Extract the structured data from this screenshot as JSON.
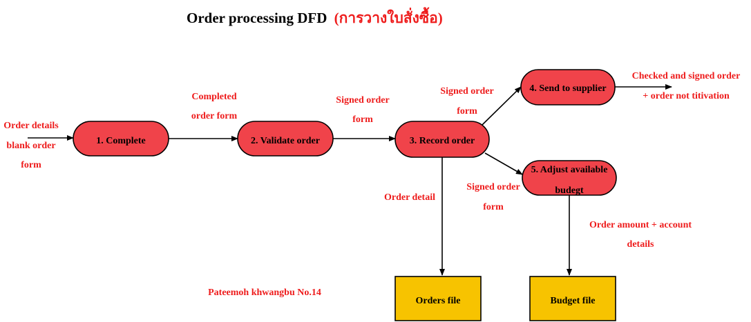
{
  "title": {
    "main": "Order processing  DFD",
    "thai": "(การวางใบสั่งซื้อ)"
  },
  "processes": {
    "p1": "1. Complete",
    "p2": "2. Validate order",
    "p3": "3. Record order",
    "p4": "4. Send to supplier",
    "p5_line1": "5. Adjust available",
    "p5_line2": "budegt"
  },
  "stores": {
    "orders": "Orders file",
    "budget": "Budget file"
  },
  "flows": {
    "input": [
      "Order details",
      "blank order",
      "form"
    ],
    "p1_p2": [
      "Completed",
      "order form"
    ],
    "p2_p3": [
      "Signed order",
      "form"
    ],
    "p3_p4": [
      "Signed order",
      "form"
    ],
    "p3_p5": [
      "Signed order",
      "form"
    ],
    "p3_orders": [
      "Order detail"
    ],
    "p4_out": [
      "Checked and signed order",
      "+ order not titivation"
    ],
    "p5_budget": [
      "Order amount + account",
      "details"
    ]
  },
  "author": "Pateemoh khwangbu No.14",
  "colors": {
    "process_fill": "#f0434a",
    "store_fill": "#f7c300",
    "label_red": "#ee1c1c"
  }
}
